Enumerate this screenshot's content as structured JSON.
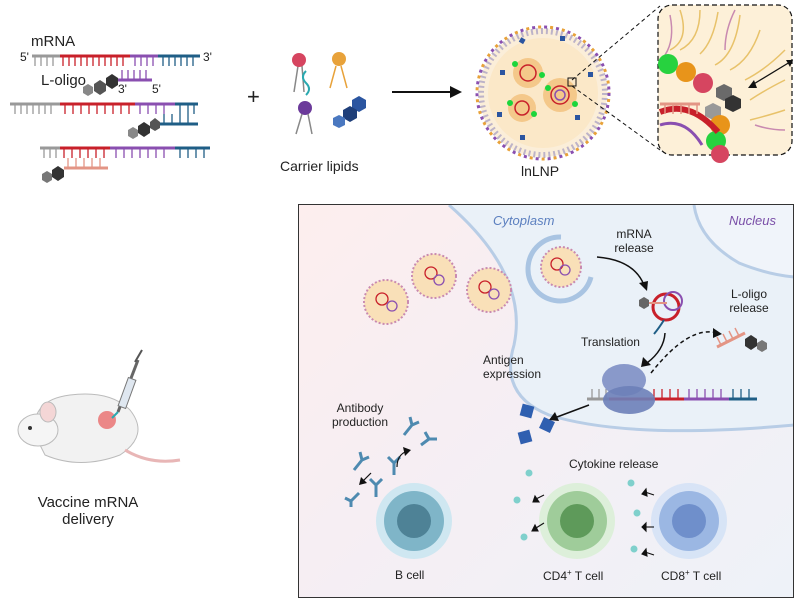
{
  "labels": {
    "mrna": "mRNA",
    "five_prime": "5'",
    "three_prime": "3'",
    "loligo": "L-oligo",
    "oligo_three": "3'",
    "oligo_five": "5'",
    "plus": "+",
    "carrier_lipids": "Carrier lipids",
    "lnlnp": "lnLNP",
    "vaccine_delivery_line1": "Vaccine mRNA",
    "vaccine_delivery_line2": "delivery",
    "cytoplasm": "Cytoplasm",
    "nucleus": "Nucleus",
    "mrna_release_line1": "mRNA",
    "mrna_release_line2": "release",
    "translation": "Translation",
    "loligo_release_line1": "L-oligo",
    "loligo_release_line2": "release",
    "antigen_line1": "Antigen",
    "antigen_line2": "expression",
    "antibody_line1": "Antibody",
    "antibody_line2": "production",
    "cytokine_release": "Cytokine release",
    "b_cell": "B cell",
    "cd4_prefix": "CD4",
    "cd4_sup": "+",
    "cd4_suffix": " T cell",
    "cd8_prefix": "CD8",
    "cd8_sup": "+",
    "cd8_suffix": " T cell"
  },
  "colors": {
    "mrna_red": "#c8202a",
    "mrna_purple": "#8a4fb0",
    "mrna_teal": "#1f5e86",
    "oligo_salmon": "#e39585",
    "lipid_gray": "#777777"
  }
}
